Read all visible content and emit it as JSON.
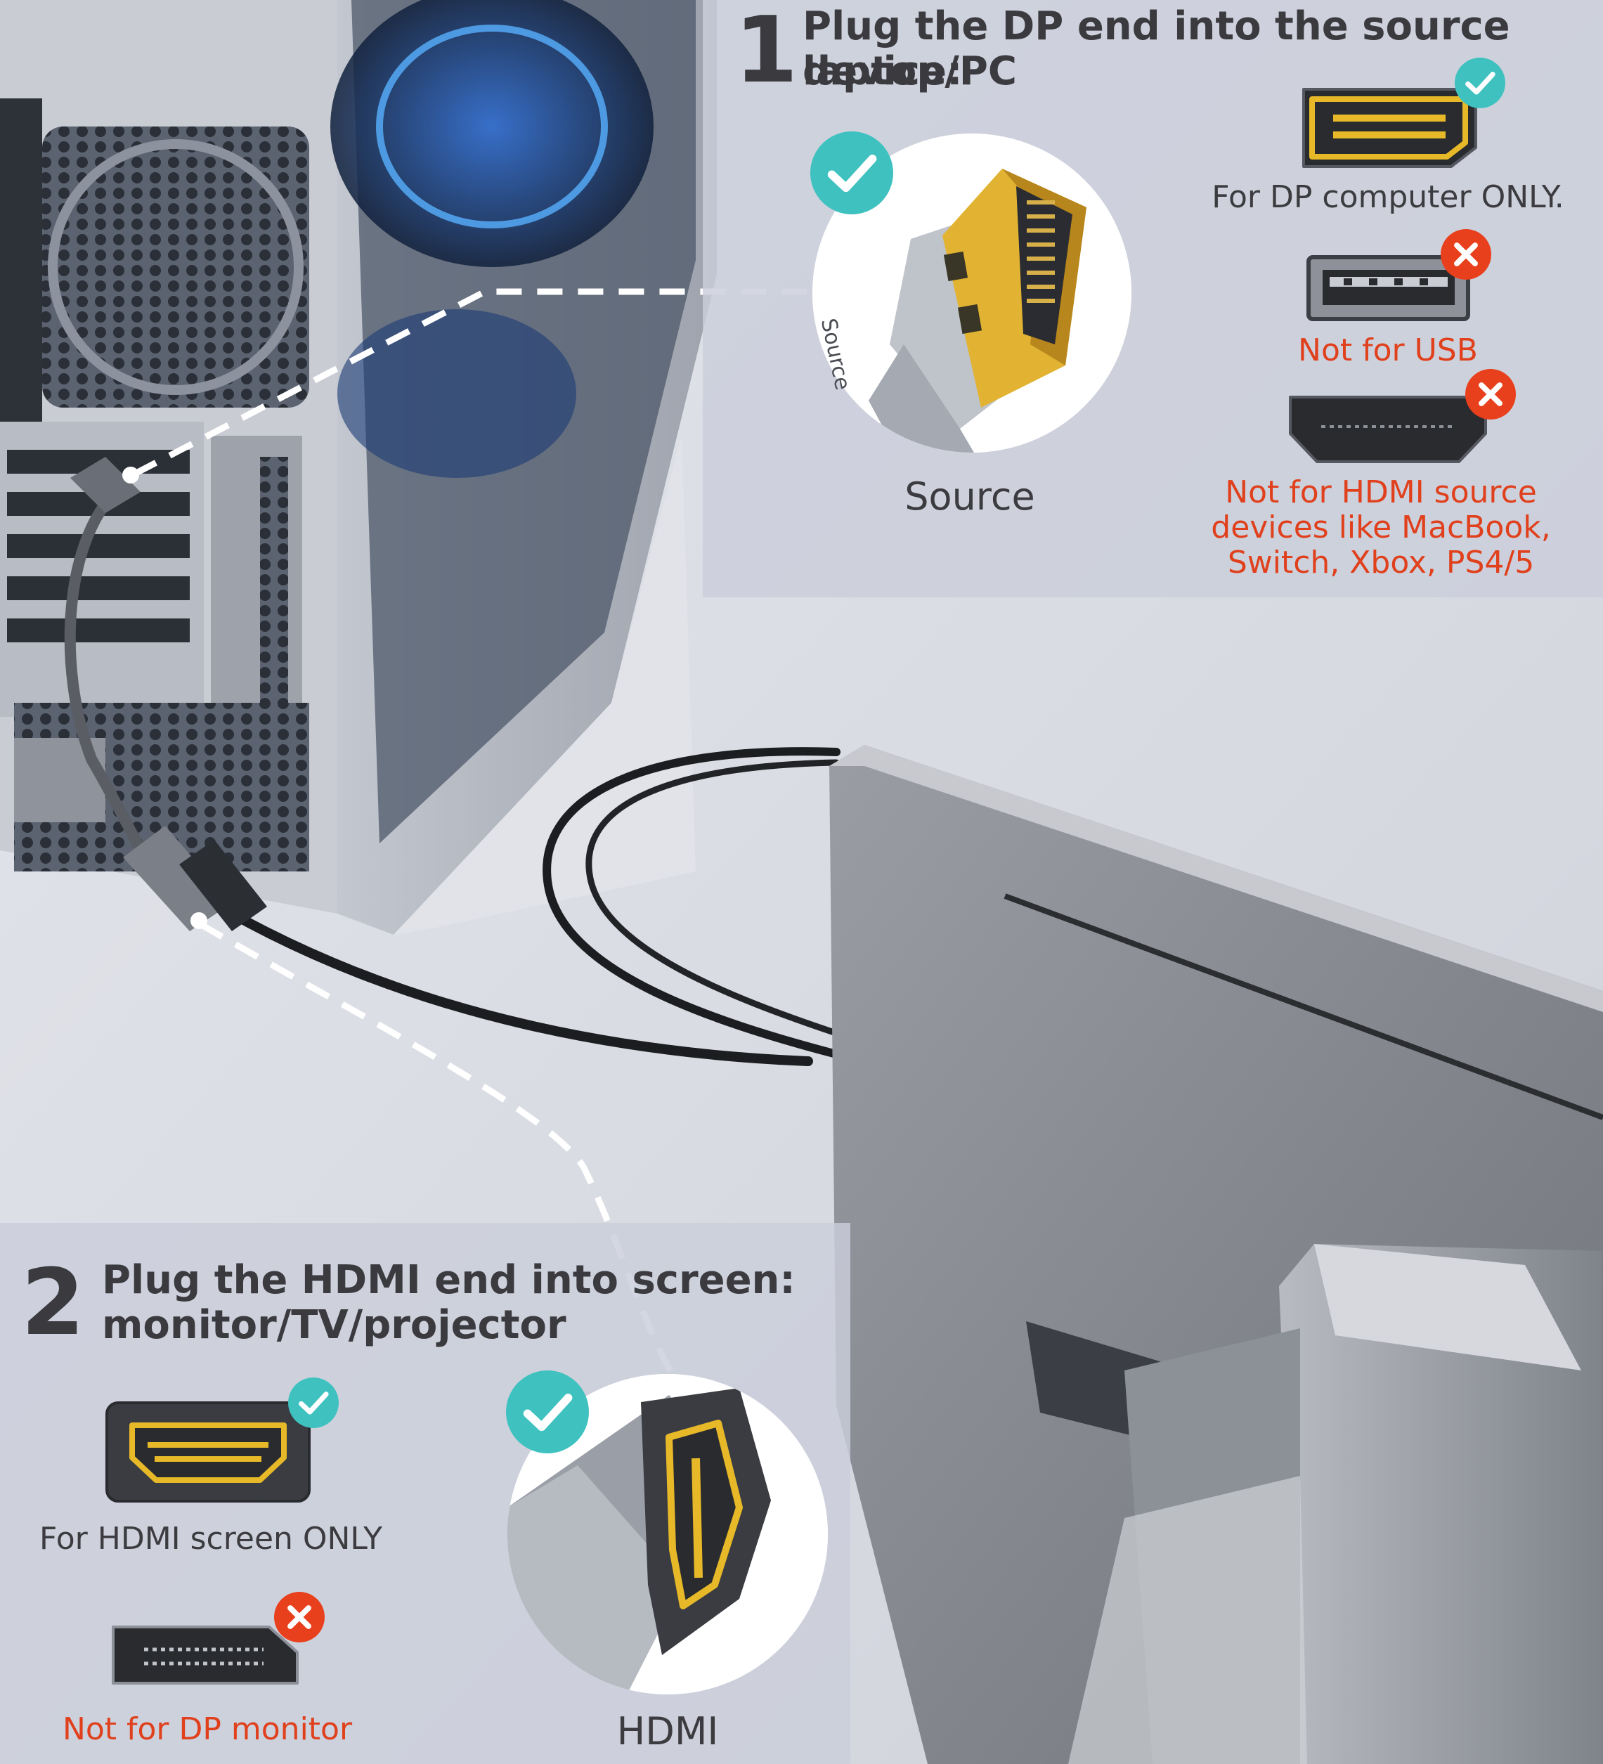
{
  "step1": {
    "number": "1",
    "line1": "Plug the DP end into the source device:",
    "line2": "laptop/PC",
    "source_label": "Source",
    "dp_caption": "For DP computer ONLY.",
    "usb_caption": "Not for USB",
    "hdmi_caption_1": "Not for HDMI source",
    "hdmi_caption_2": "devices like MacBook,",
    "hdmi_caption_3": "Switch, Xbox, PS4/5"
  },
  "step2": {
    "number": "2",
    "line1": "Plug the HDMI end into screen:",
    "line2": "monitor/TV/projector",
    "hdmi_caption": "For HDMI screen ONLY",
    "dp_caption": "Not for DP monitor",
    "hdmi_label": "HDMI"
  },
  "colors": {
    "ok": "#3fc1c0",
    "bad": "#e8401c",
    "connector_gold": "#e7b929",
    "heading": "#3a3a3f"
  }
}
